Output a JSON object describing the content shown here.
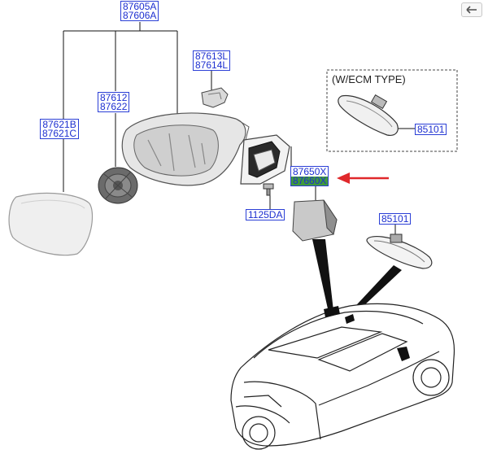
{
  "toolbar": {
    "back_icon": "back-arrow-icon"
  },
  "ecm_box": {
    "title": "(W/ECM TYPE)"
  },
  "labels": {
    "mirror_assy": [
      "87605A",
      "87606A"
    ],
    "cover": [
      "87613L",
      "87614L"
    ],
    "actuator": [
      "87612",
      "87622"
    ],
    "glass": [
      "87621B",
      "87621C"
    ],
    "garnish": [
      "87650X",
      "87660X"
    ],
    "bolt": "1125DA",
    "ecm_mirror": "85101",
    "inside_mirror": "85101"
  },
  "colors": {
    "label_text": "#1d2fd0",
    "label_border": "#2b3fd6",
    "highlight": "#3f9a3c",
    "arrow": "#e0282b"
  }
}
